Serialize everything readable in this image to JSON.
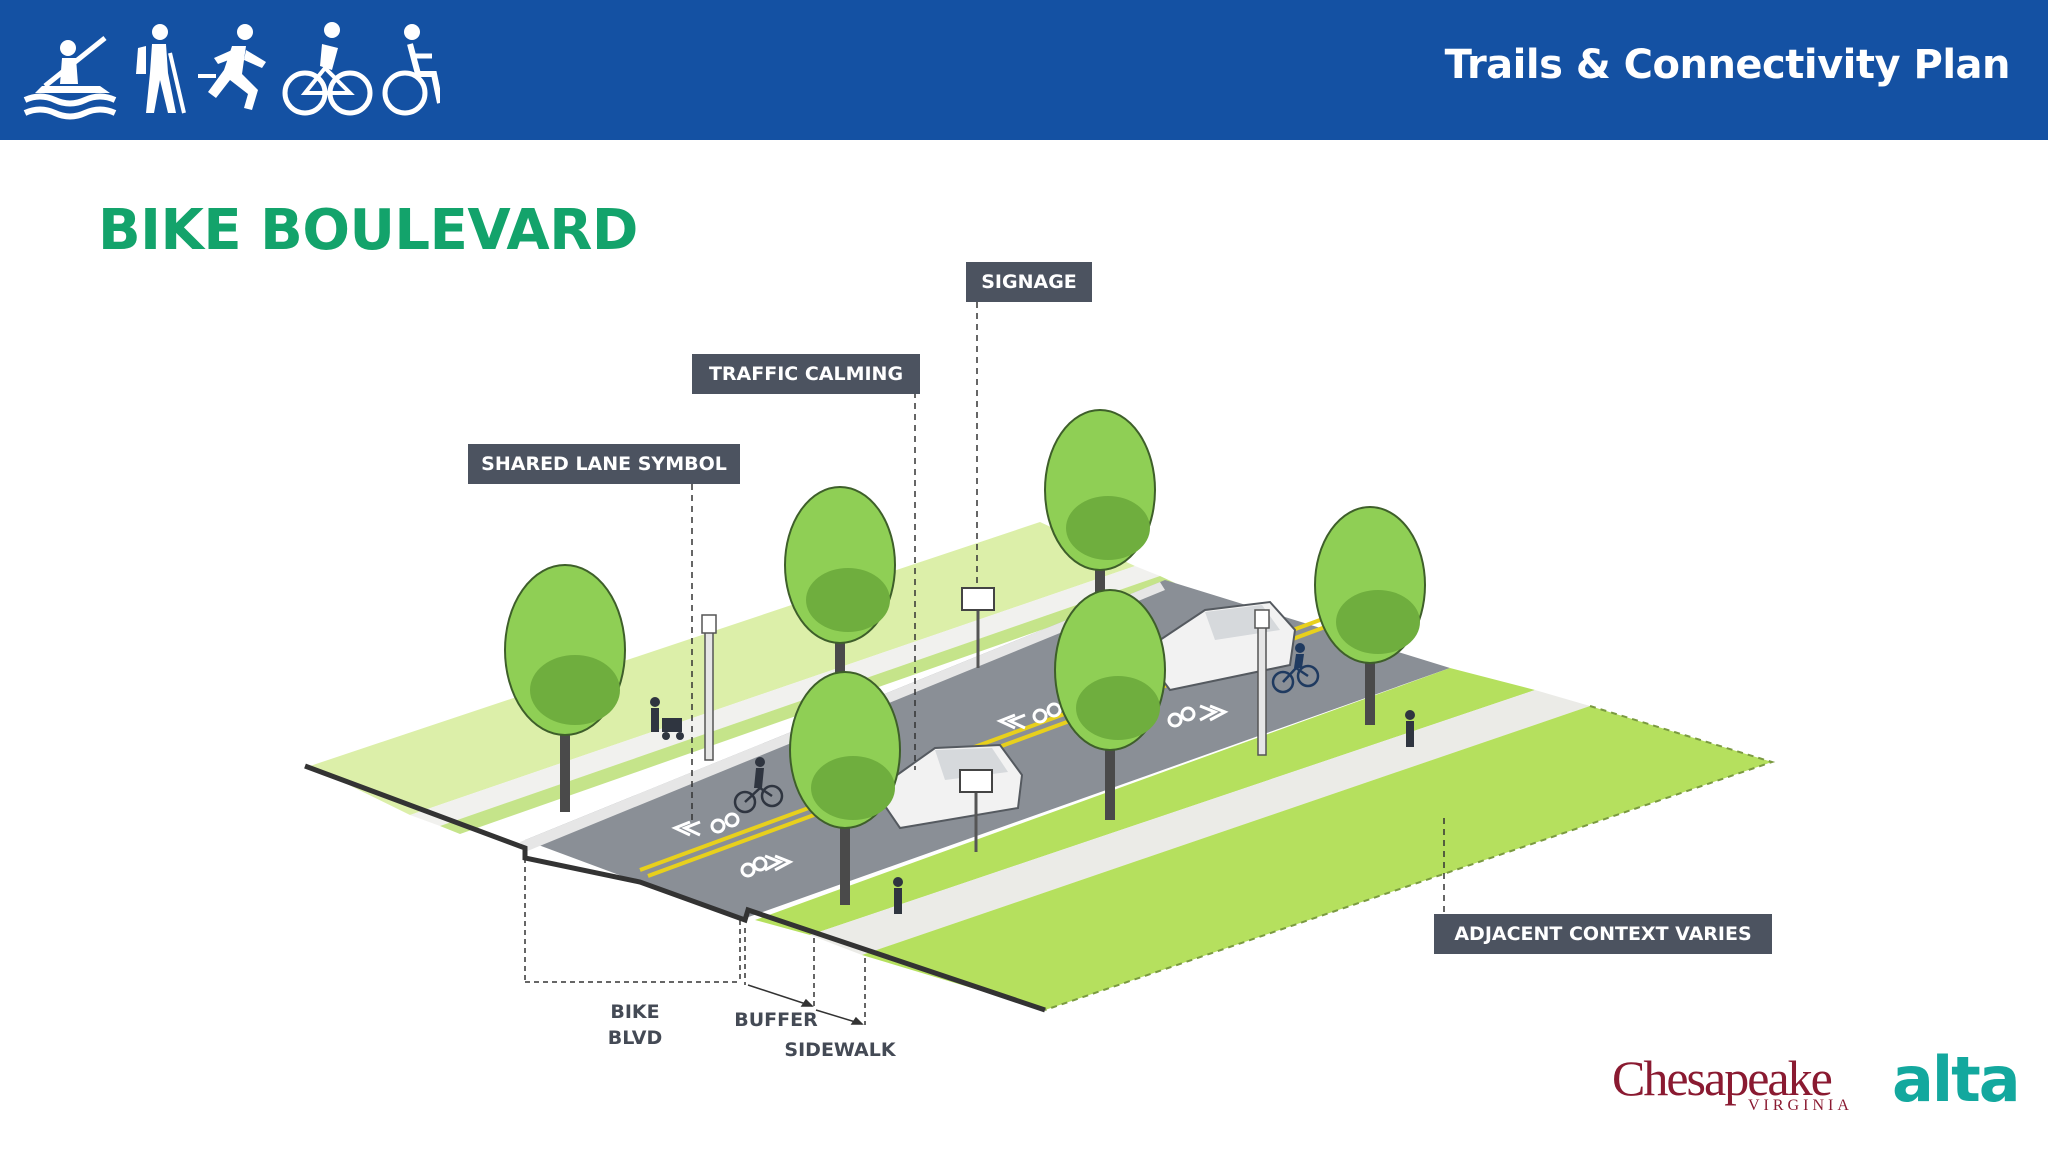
{
  "header": {
    "title": "Trails & Connectivity Plan",
    "icons": [
      "kayak-icon",
      "hiker-icon",
      "runner-icon",
      "cyclist-icon",
      "wheelchair-icon"
    ],
    "background_color": "#1451a3"
  },
  "page": {
    "title": "BIKE BOULEVARD",
    "title_color": "#13a36b"
  },
  "diagram": {
    "callouts": [
      {
        "id": "signage",
        "label": "SIGNAGE"
      },
      {
        "id": "traffic-calming",
        "label": "TRAFFIC CALMING"
      },
      {
        "id": "shared-lane-symbol",
        "label": "SHARED LANE SYMBOL"
      },
      {
        "id": "adjacent-context",
        "label": "ADJACENT CONTEXT VARIES"
      }
    ],
    "dimensions": {
      "bike_blvd_line1": "BIKE",
      "bike_blvd_line2": "BLVD",
      "buffer": "BUFFER",
      "sidewalk": "SIDEWALK"
    },
    "colors": {
      "grass": "#b5e05e",
      "grass_light": "#dcefa9",
      "road": "#8a8f96",
      "centerline": "#e8d01c",
      "tree": "#8fcf55",
      "label_bg": "#4c5360"
    }
  },
  "logos": {
    "chesapeake_word": "Chesapeake",
    "chesapeake_sub": "VIRGINIA",
    "alta": "alta"
  }
}
